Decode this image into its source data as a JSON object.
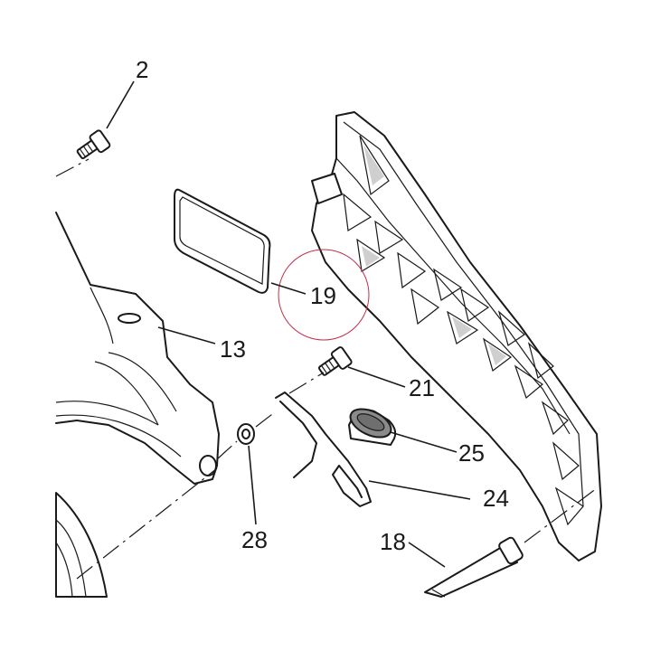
{
  "diagram": {
    "highlight_color": "#c0304a",
    "highlighted_callout": "19",
    "callouts": [
      {
        "id": "c2",
        "label": "2",
        "part": "screw"
      },
      {
        "id": "c19",
        "label": "19",
        "part": "gasket pad"
      },
      {
        "id": "c13",
        "label": "13",
        "part": "housing bracket"
      },
      {
        "id": "c21",
        "label": "21",
        "part": "screw"
      },
      {
        "id": "c25",
        "label": "25",
        "part": "rubber grommet"
      },
      {
        "id": "c24",
        "label": "24",
        "part": "spring clip"
      },
      {
        "id": "c28",
        "label": "28",
        "part": "bushing"
      },
      {
        "id": "c18",
        "label": "18",
        "part": "pin"
      }
    ]
  }
}
